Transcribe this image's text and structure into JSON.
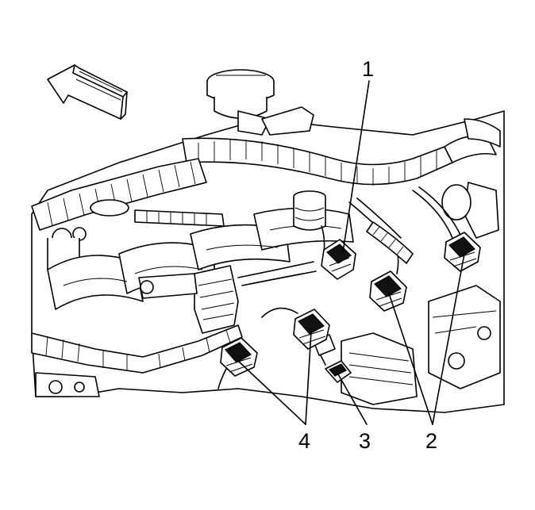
{
  "callouts": [
    {
      "id": "1",
      "label": "1"
    },
    {
      "id": "2",
      "label": "2"
    },
    {
      "id": "3",
      "label": "3"
    },
    {
      "id": "4",
      "label": "4"
    }
  ],
  "colors": {
    "line": "#000000",
    "background": "#ffffff"
  },
  "icons": {
    "direction_arrow": "forward-arrow-icon"
  }
}
